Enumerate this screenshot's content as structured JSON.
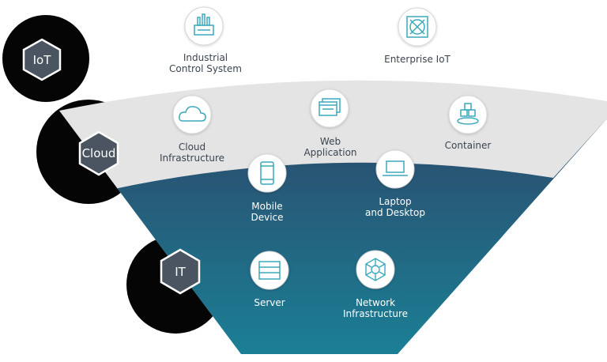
{
  "layers": [
    {
      "id": "iot",
      "label": "IoT"
    },
    {
      "id": "cloud",
      "label": "Cloud"
    },
    {
      "id": "it",
      "label": "IT"
    }
  ],
  "items": {
    "industrial_control_system": {
      "line1": "Industrial",
      "line2": "Control System",
      "icon": "factory-icon"
    },
    "enterprise_iot": {
      "line1": "Enterprise IoT",
      "line2": "",
      "icon": "fan-unit-icon"
    },
    "cloud_infrastructure": {
      "line1": "Cloud",
      "line2": "Infrastructure",
      "icon": "cloud-icon"
    },
    "web_application": {
      "line1": "Web",
      "line2": "Application",
      "icon": "browser-windows-icon"
    },
    "container": {
      "line1": "Container",
      "line2": "",
      "icon": "container-stack-icon"
    },
    "mobile_device": {
      "line1": "Mobile",
      "line2": "Device",
      "icon": "smartphone-icon"
    },
    "laptop_desktop": {
      "line1": "Laptop",
      "line2": "and Desktop",
      "icon": "laptop-icon"
    },
    "server": {
      "line1": "Server",
      "line2": "",
      "icon": "server-icon"
    },
    "network_infrastructure": {
      "line1": "Network",
      "line2": "Infrastructure",
      "icon": "network-icon"
    }
  },
  "colors": {
    "hex_fill": "#4a5561",
    "cloud_band": "#e4e4e4",
    "it_top": "#2c4d6e",
    "it_bottom": "#1b7f93",
    "icon_stroke": "#3aa9bc",
    "text_dark": "#3b4450"
  }
}
